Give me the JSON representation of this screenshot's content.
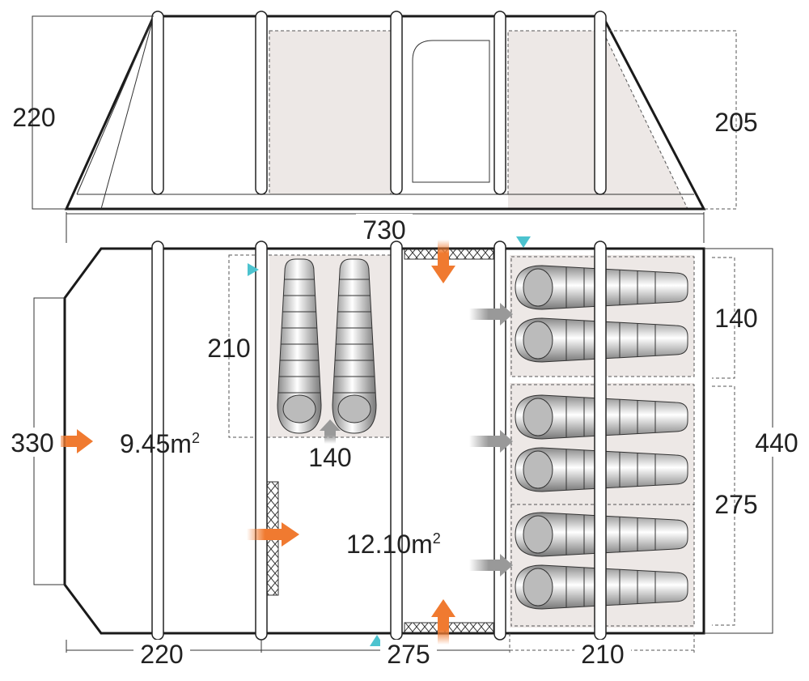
{
  "elevation": {
    "height_left": "220",
    "height_right": "205",
    "length": "730"
  },
  "floor": {
    "left_width": "330",
    "total_width": "440",
    "porch_area": "9.45m",
    "porch_area_sup": "2",
    "living_area": "12.10m",
    "living_area_sup": "2",
    "small_bedroom_depth": "210",
    "small_bedroom_width": "140",
    "right_bedroom_1": "140",
    "right_bedroom_2": "275",
    "bottom_dims": [
      "220",
      "275",
      "210"
    ]
  },
  "colors": {
    "entry_arrow": "#f07a30",
    "bedroom_arrow": "#999999",
    "marker": "#4cc3cf",
    "bedroom_fill": "#ede8e6"
  }
}
